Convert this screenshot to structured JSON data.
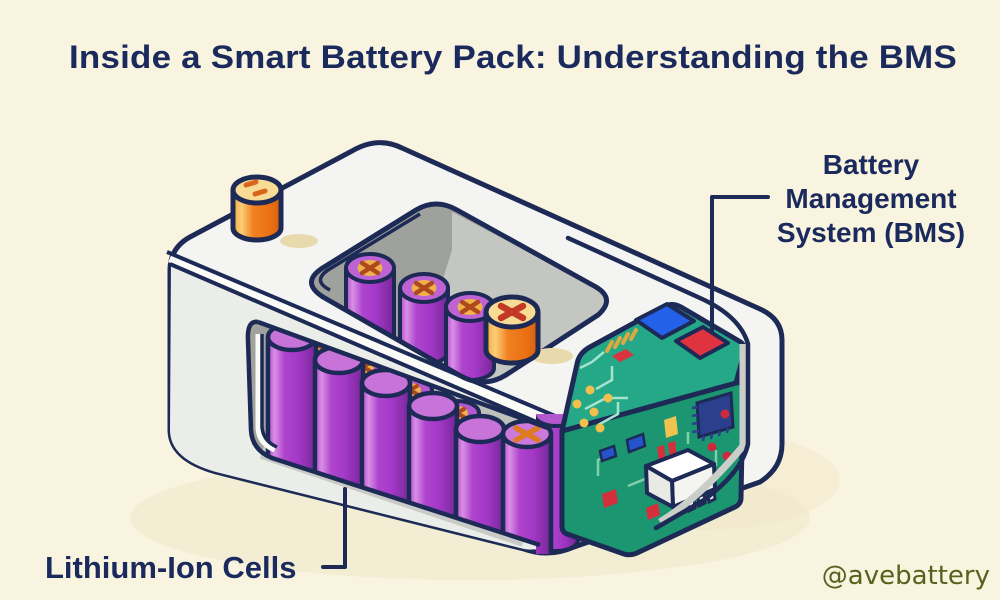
{
  "header": {
    "title": "Inside a Smart Battery Pack: Understanding the BMS"
  },
  "diagram": {
    "bms_label": {
      "lines": [
        "Battery",
        "Management",
        "System (BMS)"
      ]
    },
    "cells_label": {
      "text": "Lithium-Ion Cells"
    }
  },
  "watermark": {
    "text": "@avebattery"
  },
  "colors": {
    "background": "#F9F4DF",
    "outline_navy": "#1D2A56",
    "label_navy": "#1B2A5C",
    "casing_white": "#F4F5F2",
    "cell_purple": "#A93CCB",
    "terminal_orange": "#F08122",
    "pcb_teal_top": "#24A888",
    "pcb_green_side": "#1B9670",
    "chip_blue": "#2261E8",
    "chip_red": "#E03340",
    "gold": "#F0B14C",
    "watermark_olive": "#55621D"
  }
}
